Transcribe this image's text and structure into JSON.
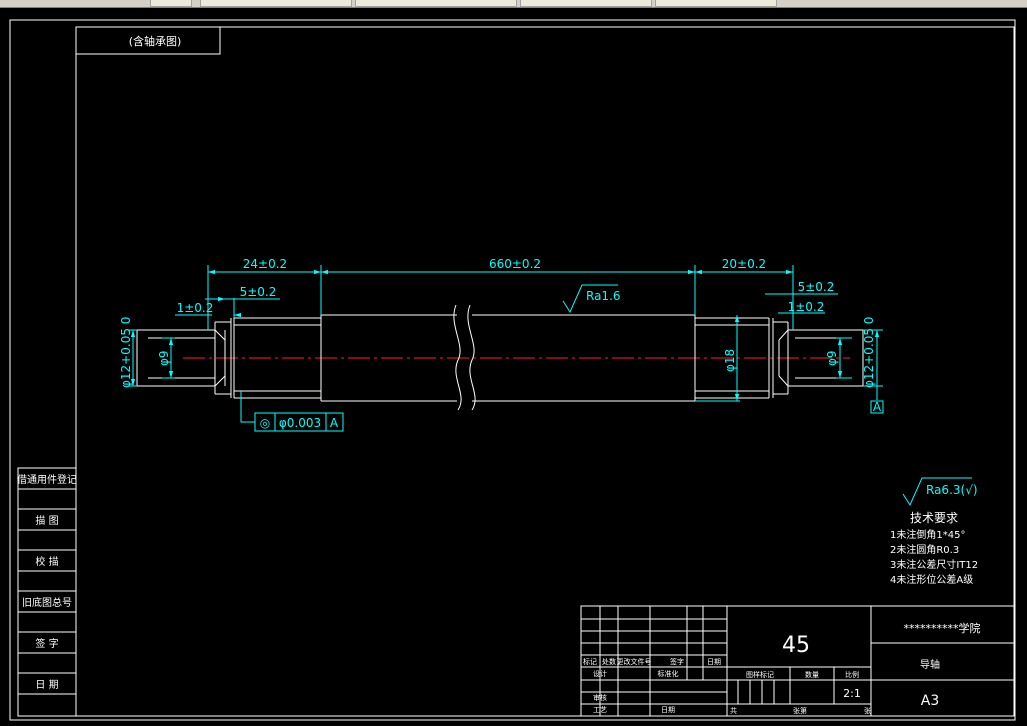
{
  "window": {
    "tabs": [
      "",
      "",
      "",
      "",
      ""
    ]
  },
  "drawing": {
    "view_label": "(含轴承图)",
    "dimensions": {
      "d_24": "24±0.2",
      "d_660": "660±0.2",
      "d_20": "20±0.2",
      "d_5l": "5±0.2",
      "d_1l": "1±0.2",
      "d_5r": "5±0.2",
      "d_1r": "1±0.2",
      "phi12_l": "φ12+0.05 0",
      "phi9_l": "φ9",
      "phi18": "φ18",
      "phi9_r": "φ9",
      "phi12_r": "φ12+0.05 0"
    },
    "surface_roughness": "Ra1.6",
    "geom_tol": {
      "symbol": "◎",
      "value": "φ0.003",
      "datum": "A"
    },
    "datum_label": "A",
    "general_roughness": "Ra6.3(√)",
    "tech_req": {
      "title": "技术要求",
      "items": [
        "1未注倒角1*45°",
        "2未注圆角R0.3",
        "3未注公差尺寸IT12",
        "4未注形位公差A级"
      ]
    }
  },
  "side_panel": [
    "借通用件登记",
    "描    图",
    "校    描",
    "旧底图总号",
    "签    字",
    "日    期"
  ],
  "title_block": {
    "material": "45",
    "school": "**********学院",
    "part_name": "导轴",
    "sheet_size": "A3",
    "scale": "2:1",
    "headers": [
      "标记",
      "处数",
      "更改文件号",
      "签字",
      "日期"
    ],
    "rows": [
      "设计",
      "标准化",
      "审核",
      "工艺",
      "日期"
    ],
    "mid_headers": [
      "图样标记",
      "数量",
      "比例"
    ],
    "bottom": [
      "共",
      "张第",
      "张"
    ]
  }
}
